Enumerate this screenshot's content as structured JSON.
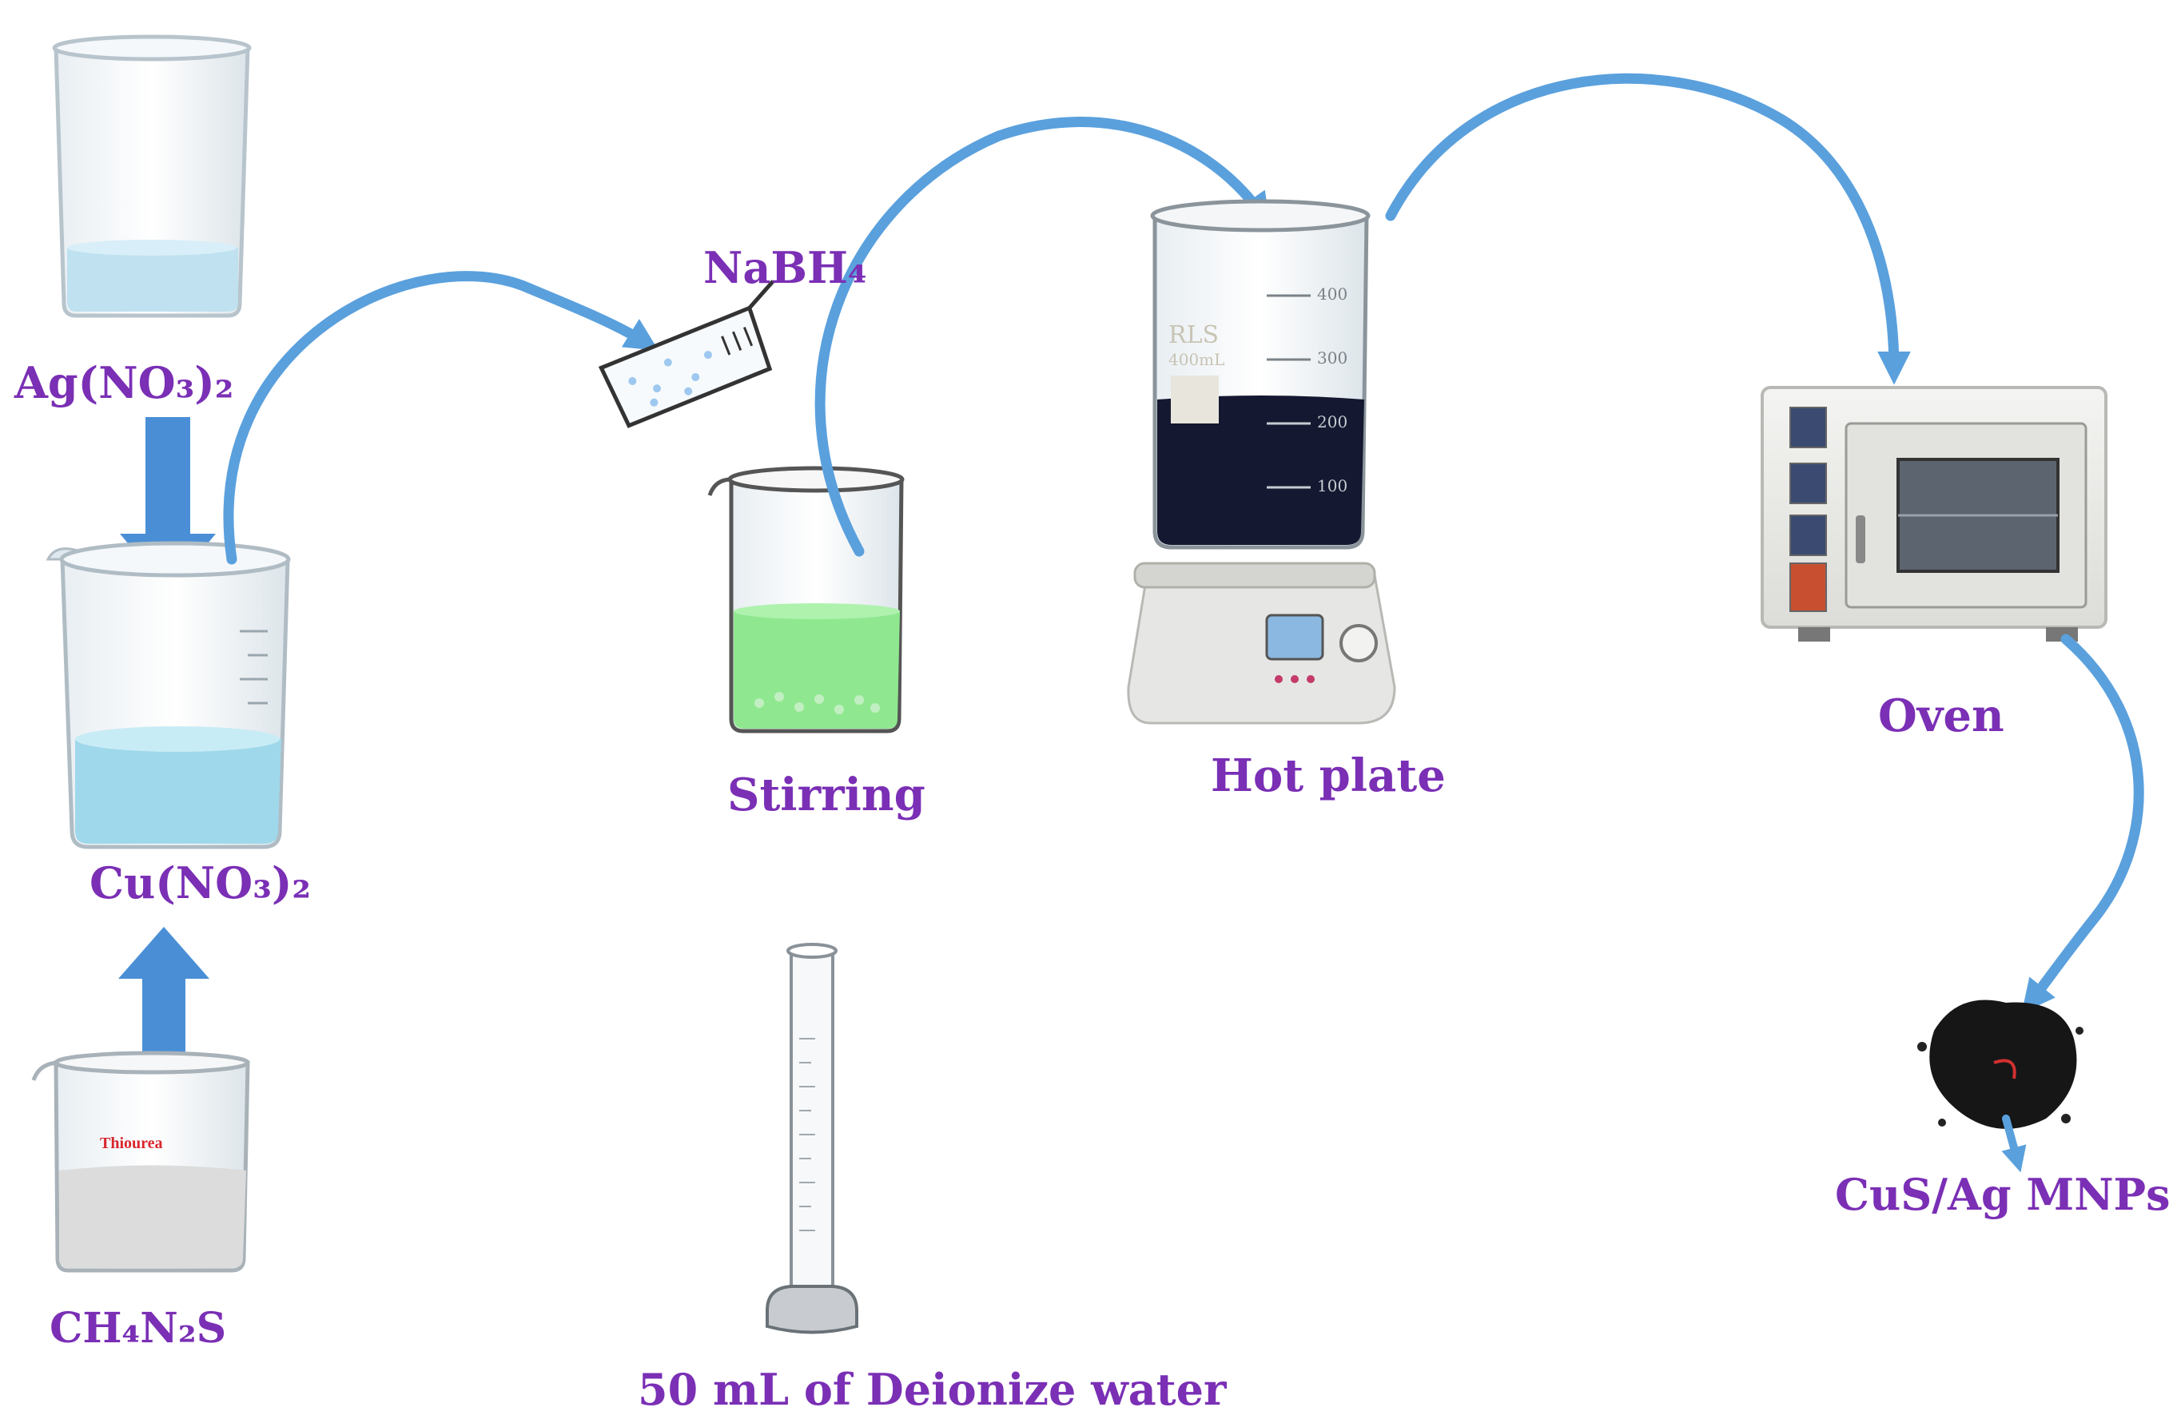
{
  "labels": {
    "ag_no3": "Ag(NO₃)₂",
    "cu_no3": "Cu(NO₃)₂",
    "thiourea_formula": "CH₄N₂S",
    "thiourea_tag": "Thiourea",
    "nabh4": "NaBH₄",
    "stirring": "Stirring",
    "deionized_water": "50 mL of Deionize water",
    "hot_plate": "Hot plate",
    "oven": "Oven",
    "product": "CuS/Ag MNPs"
  },
  "hot_beaker_marks": {
    "brand": "RLS",
    "capacity": "400mL",
    "m400": "400",
    "m300": "300",
    "m200": "200",
    "m100": "100"
  },
  "colors": {
    "label": "#7a2fb5",
    "flow_arrow": "#5aa0dd",
    "block_arrow": "#4a8fd6",
    "cu_solution": "#9fd8ea",
    "stir_solution": "#8fe88f",
    "hot_solution": "#141830",
    "thiourea_tag": "#d8262d"
  }
}
